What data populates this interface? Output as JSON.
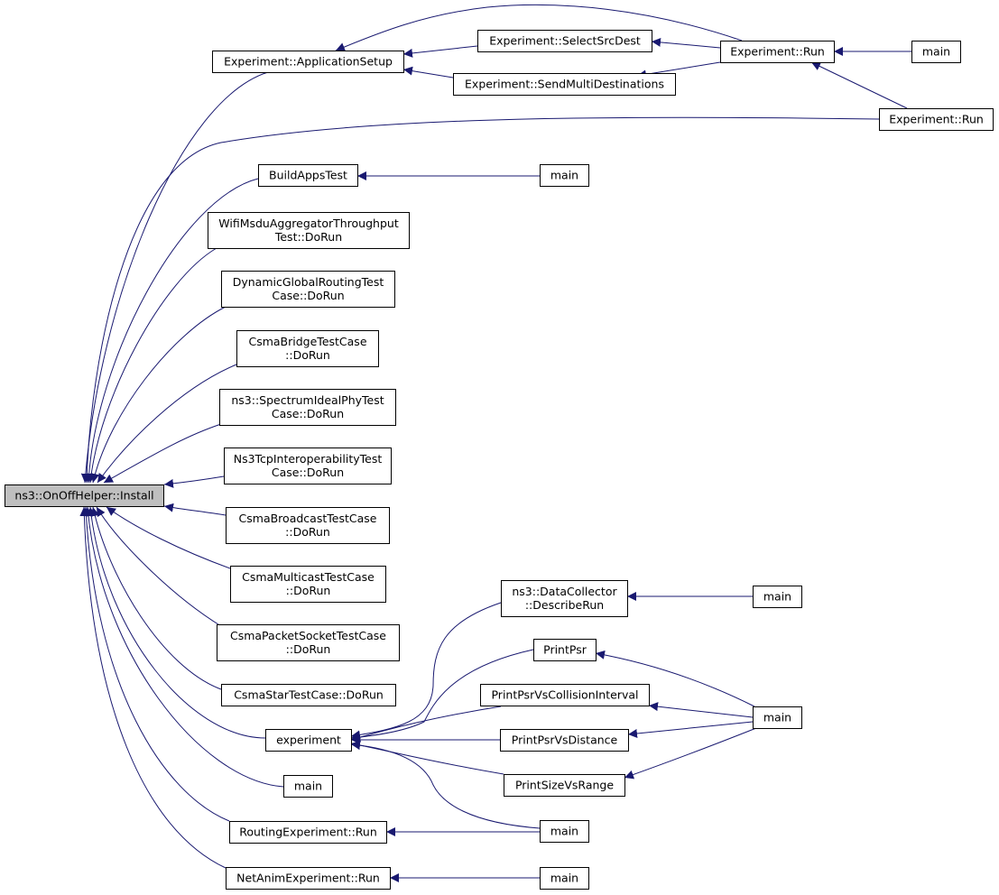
{
  "graph": {
    "edge_color": "#191970",
    "root_fill": "#bfbfbf",
    "nodes": {
      "install": [
        "ns3::OnOffHelper::Install"
      ],
      "app_setup": [
        "Experiment::ApplicationSetup"
      ],
      "select_src_dest": [
        "Experiment::SelectSrcDest"
      ],
      "send_multi": [
        "Experiment::SendMultiDestinations"
      ],
      "exp_run_1": [
        "Experiment::Run"
      ],
      "main_1": [
        "main"
      ],
      "exp_run_2": [
        "Experiment::Run"
      ],
      "build_apps": [
        "BuildAppsTest"
      ],
      "main_2": [
        "main"
      ],
      "wifi_msdu": [
        "WifiMsduAggregatorThroughput",
        "Test::DoRun"
      ],
      "dyn_global": [
        "DynamicGlobalRoutingTest",
        "Case::DoRun"
      ],
      "csma_bridge": [
        "CsmaBridgeTestCase",
        "::DoRun"
      ],
      "spectrum_ideal": [
        "ns3::SpectrumIdealPhyTest",
        "Case::DoRun"
      ],
      "ns3tcp": [
        "Ns3TcpInteroperabilityTest",
        "Case::DoRun"
      ],
      "csma_broadcast": [
        "CsmaBroadcastTestCase",
        "::DoRun"
      ],
      "csma_multicast": [
        "CsmaMulticastTestCase",
        "::DoRun"
      ],
      "csma_packet": [
        "CsmaPacketSocketTestCase",
        "::DoRun"
      ],
      "csma_star": [
        "CsmaStarTestCase::DoRun"
      ],
      "experiment": [
        "experiment"
      ],
      "main_3": [
        "main"
      ],
      "routing_exp": [
        "RoutingExperiment::Run"
      ],
      "netanim_exp": [
        "NetAnimExperiment::Run"
      ],
      "data_collector": [
        "ns3::DataCollector",
        "::DescribeRun"
      ],
      "main_4": [
        "main"
      ],
      "print_psr": [
        "PrintPsr"
      ],
      "print_psr_coll": [
        "PrintPsrVsCollisionInterval"
      ],
      "print_psr_dist": [
        "PrintPsrVsDistance"
      ],
      "print_size": [
        "PrintSizeVsRange"
      ],
      "main_5": [
        "main"
      ],
      "main_6": [
        "main"
      ],
      "main_7": [
        "main"
      ],
      "main_8": [
        "main"
      ]
    },
    "edges": [
      [
        "app_setup",
        "install"
      ],
      [
        "exp_run_2",
        "install"
      ],
      [
        "build_apps",
        "install"
      ],
      [
        "wifi_msdu",
        "install"
      ],
      [
        "dyn_global",
        "install"
      ],
      [
        "csma_bridge",
        "install"
      ],
      [
        "spectrum_ideal",
        "install"
      ],
      [
        "ns3tcp",
        "install"
      ],
      [
        "csma_broadcast",
        "install"
      ],
      [
        "csma_multicast",
        "install"
      ],
      [
        "csma_packet",
        "install"
      ],
      [
        "csma_star",
        "install"
      ],
      [
        "experiment",
        "install"
      ],
      [
        "main_3",
        "install"
      ],
      [
        "routing_exp",
        "install"
      ],
      [
        "netanim_exp",
        "install"
      ],
      [
        "exp_run_1",
        "app_setup"
      ],
      [
        "select_src_dest",
        "app_setup"
      ],
      [
        "send_multi",
        "app_setup"
      ],
      [
        "exp_run_1",
        "select_src_dest"
      ],
      [
        "exp_run_1",
        "send_multi"
      ],
      [
        "main_1",
        "exp_run_1"
      ],
      [
        "exp_run_2",
        "exp_run_1"
      ],
      [
        "main_2",
        "build_apps"
      ],
      [
        "data_collector",
        "experiment"
      ],
      [
        "print_psr",
        "experiment"
      ],
      [
        "print_psr_coll",
        "experiment"
      ],
      [
        "print_psr_dist",
        "experiment"
      ],
      [
        "print_size",
        "experiment"
      ],
      [
        "main_7",
        "experiment"
      ],
      [
        "main_4",
        "data_collector"
      ],
      [
        "main_5",
        "print_psr"
      ],
      [
        "main_5",
        "print_psr_coll"
      ],
      [
        "main_5",
        "print_psr_dist"
      ],
      [
        "main_5",
        "print_size"
      ],
      [
        "main_7",
        "routing_exp"
      ],
      [
        "main_8",
        "netanim_exp"
      ]
    ]
  }
}
